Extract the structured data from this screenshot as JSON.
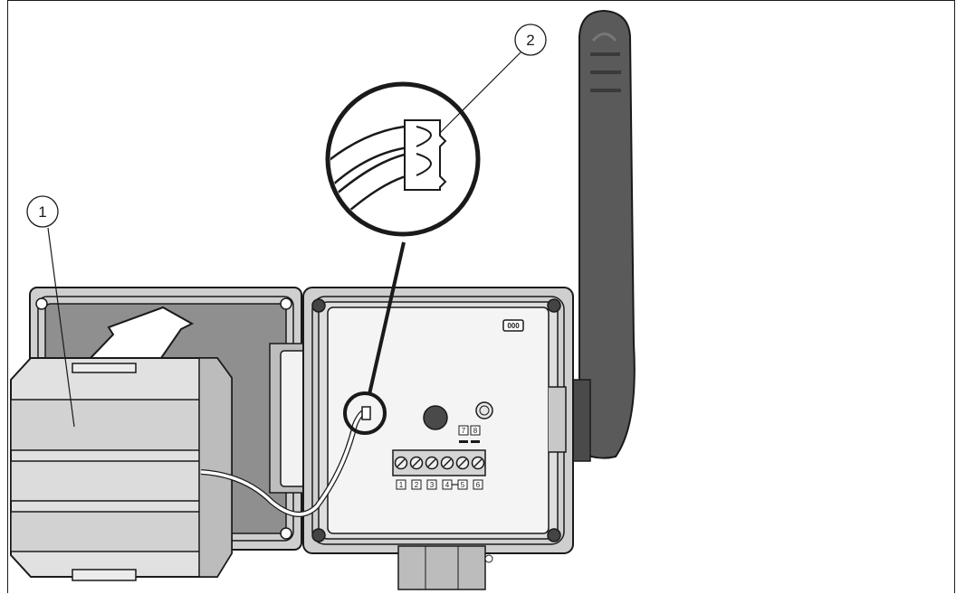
{
  "callouts": [
    {
      "number": "1"
    },
    {
      "number": "2"
    }
  ],
  "device_label": "000",
  "led_labels": [
    "7",
    "8"
  ],
  "terminal_labels": [
    "1",
    "2",
    "3",
    "4",
    "5",
    "6"
  ],
  "colors": {
    "housing": "#c9c9c9",
    "panel_dark": "#8a8a8a",
    "module": "#d8d8d8",
    "antenna": "#555555",
    "line": "#1a1a1a"
  }
}
